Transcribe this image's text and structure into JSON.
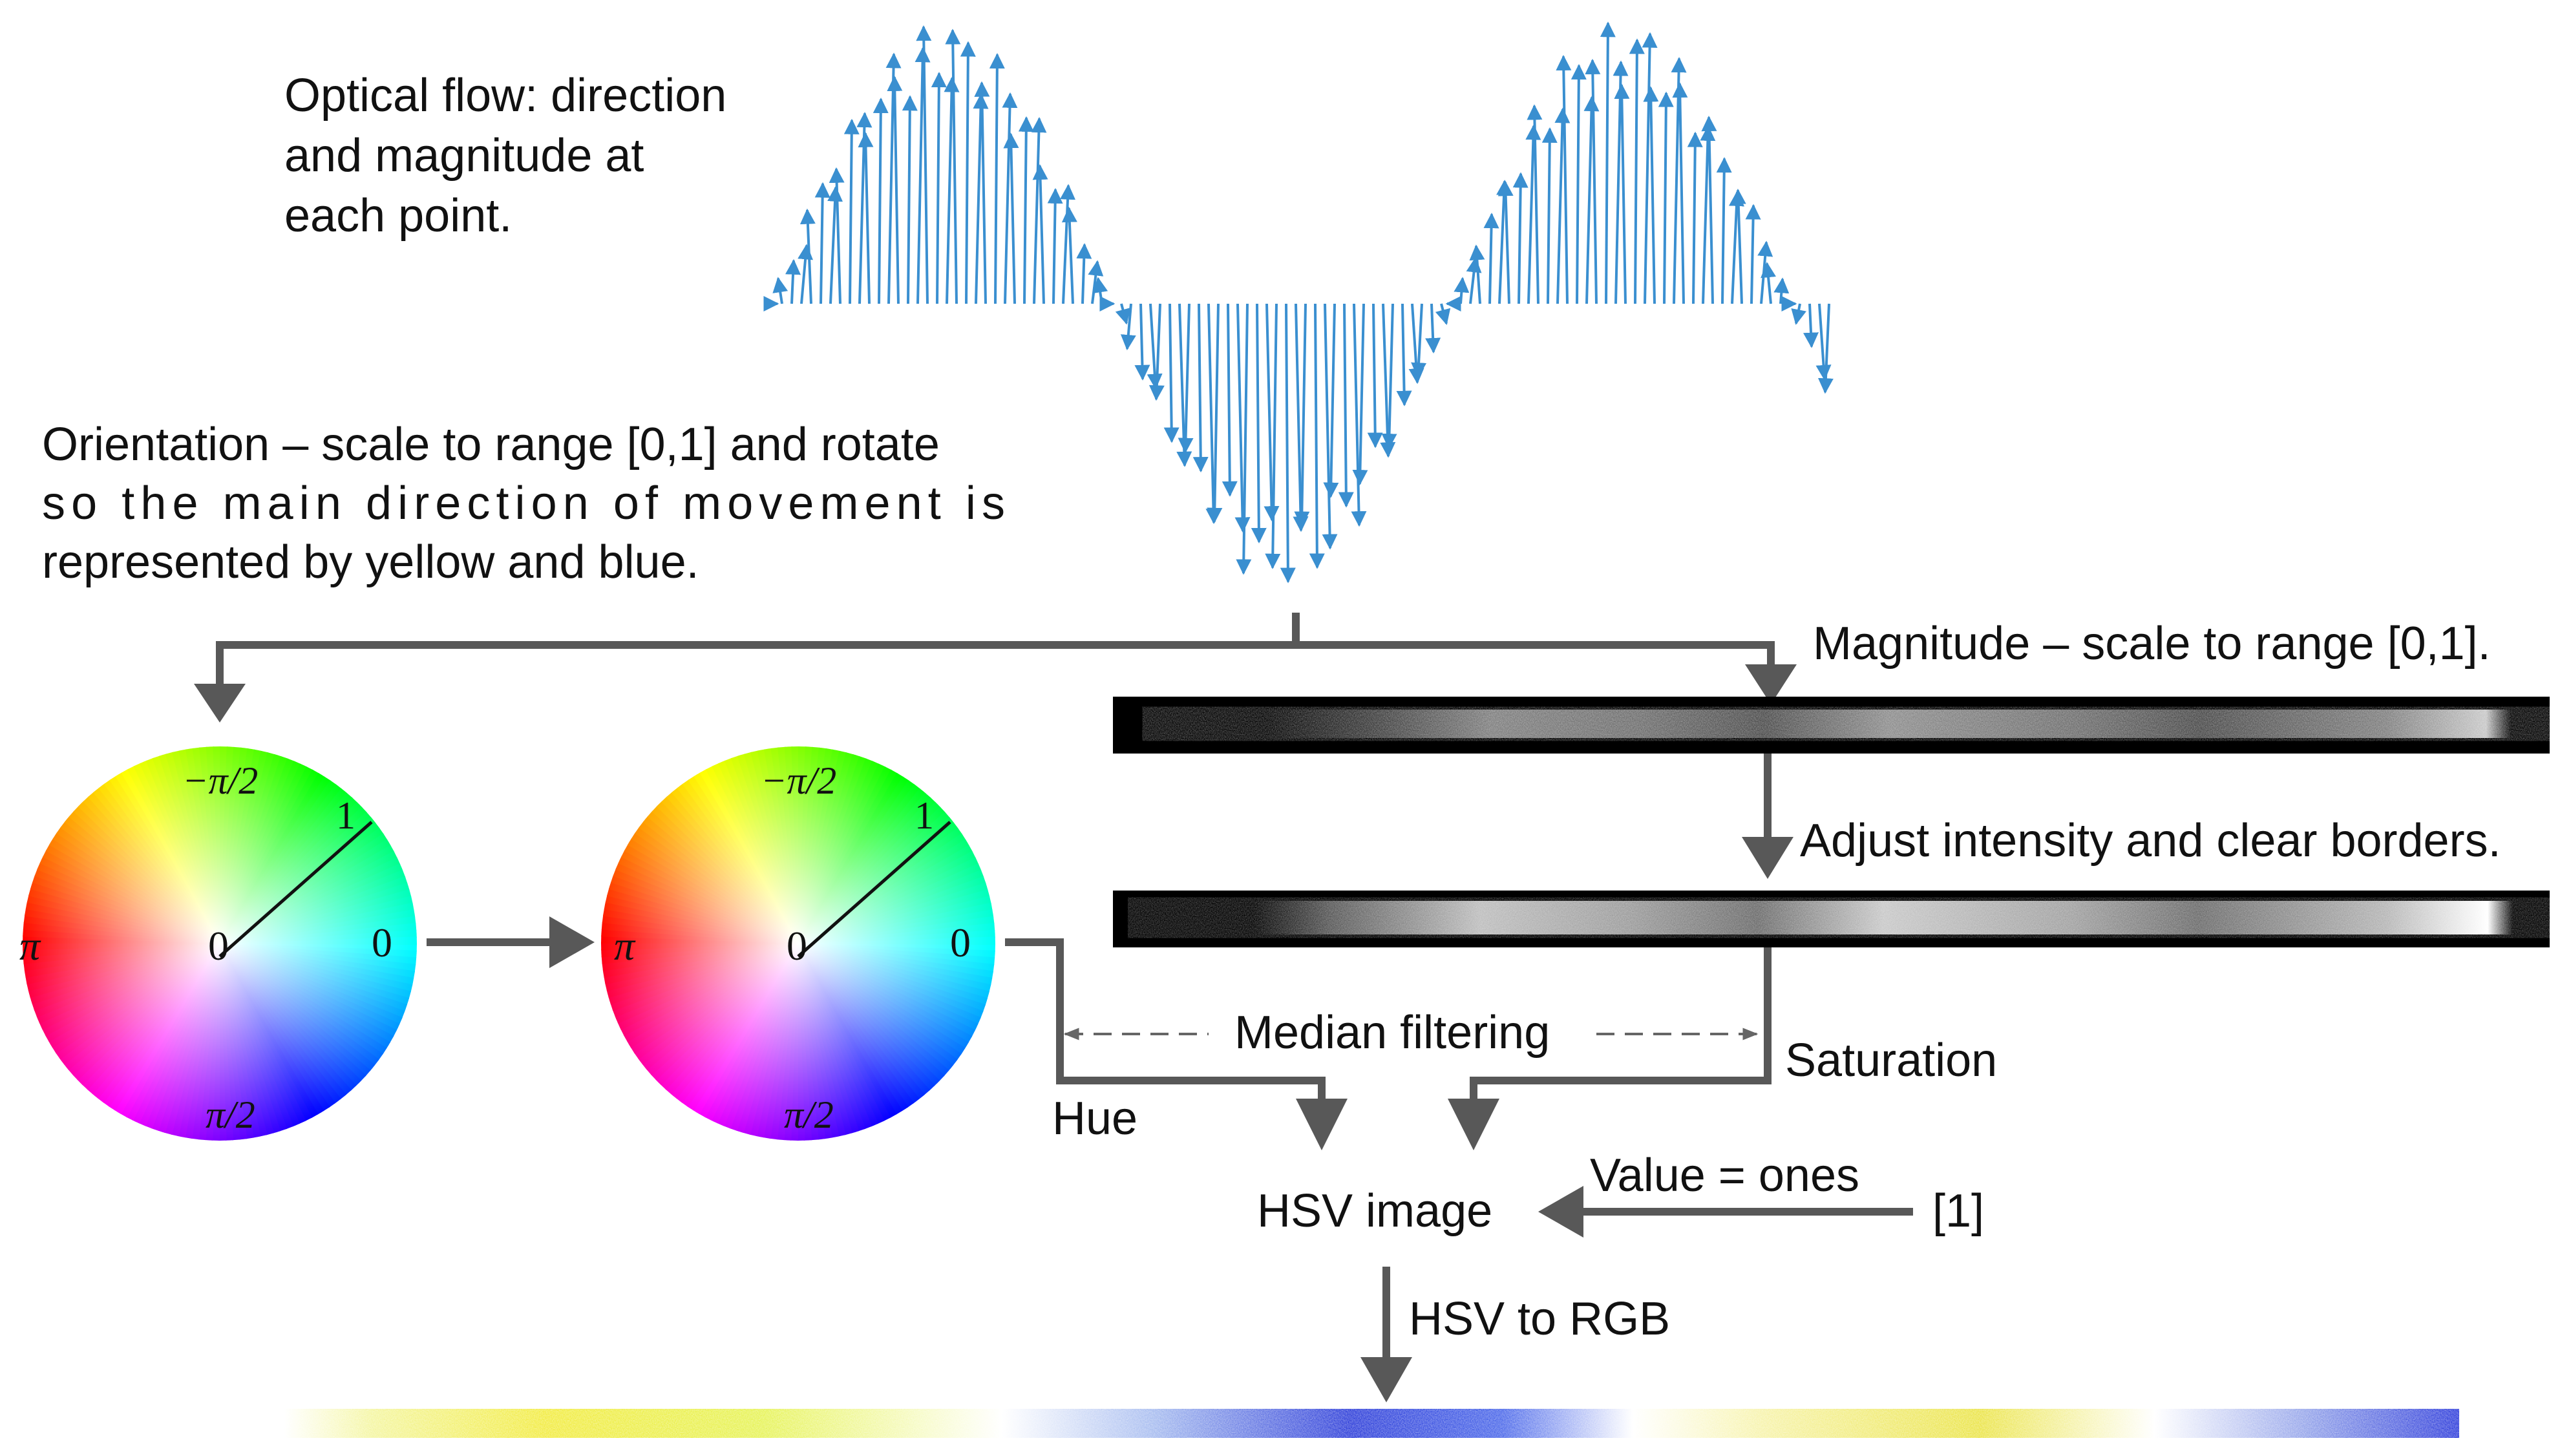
{
  "colors": {
    "arrow": "#585858",
    "flow_vector": "#3a8fd0",
    "text": "#111111",
    "magnitude_strip_bg": "#000000"
  },
  "labels": {
    "optical_flow": [
      "Optical flow: direction",
      "and magnitude at",
      "each point."
    ],
    "orientation": [
      "Orientation – scale to range [0,1] and rotate",
      "so the main direction of movement is",
      "represented by yellow and blue."
    ],
    "magnitude": "Magnitude – scale to range [0,1].",
    "adjust": "Adjust intensity and clear borders.",
    "median": "Median filtering",
    "saturation": "Saturation",
    "hue": "Hue",
    "value": "Value = ones",
    "ones": "[1]",
    "hsv_image": "HSV image",
    "hsv_to_rgb": "HSV to RGB"
  },
  "wheels": [
    {
      "labels": {
        "top": "−π/2",
        "right": "0",
        "left": "π",
        "bottom": "π/2",
        "center": "0",
        "radius": "1"
      },
      "rotation_deg": 0
    },
    {
      "labels": {
        "top": "−π/2",
        "right": "0",
        "left": "π",
        "bottom": "π/2",
        "center": "0",
        "radius": "1"
      },
      "rotation_deg": 0
    }
  ],
  "icons": {
    "flow_field": "sinusoidal-vector-field-icon",
    "arrow": "arrow-head-icon"
  }
}
